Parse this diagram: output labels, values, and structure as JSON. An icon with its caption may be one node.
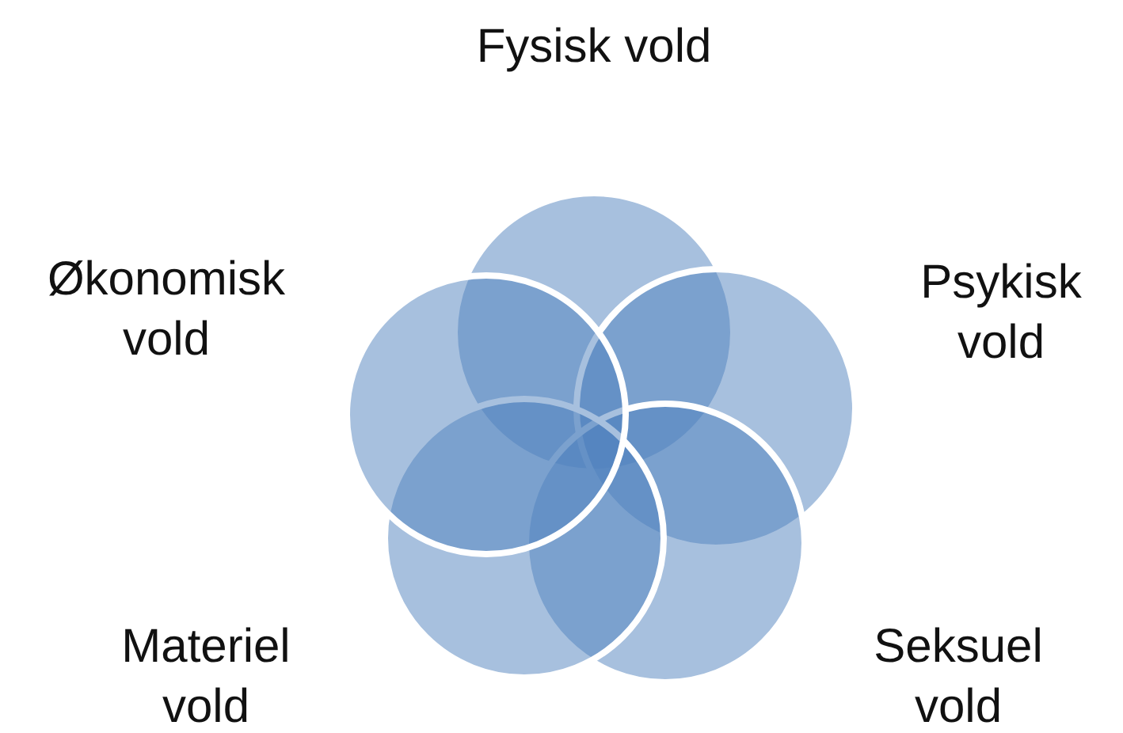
{
  "diagram": {
    "nodes": [
      {
        "text": [
          "Fysisk vold"
        ]
      },
      {
        "text": [
          "Psykisk vold"
        ]
      },
      {
        "text": [
          "Seksuel vold"
        ]
      },
      {
        "text": [
          "Materiel vold"
        ]
      },
      {
        "text": [
          "Økonomisk vold"
        ]
      }
    ]
  }
}
